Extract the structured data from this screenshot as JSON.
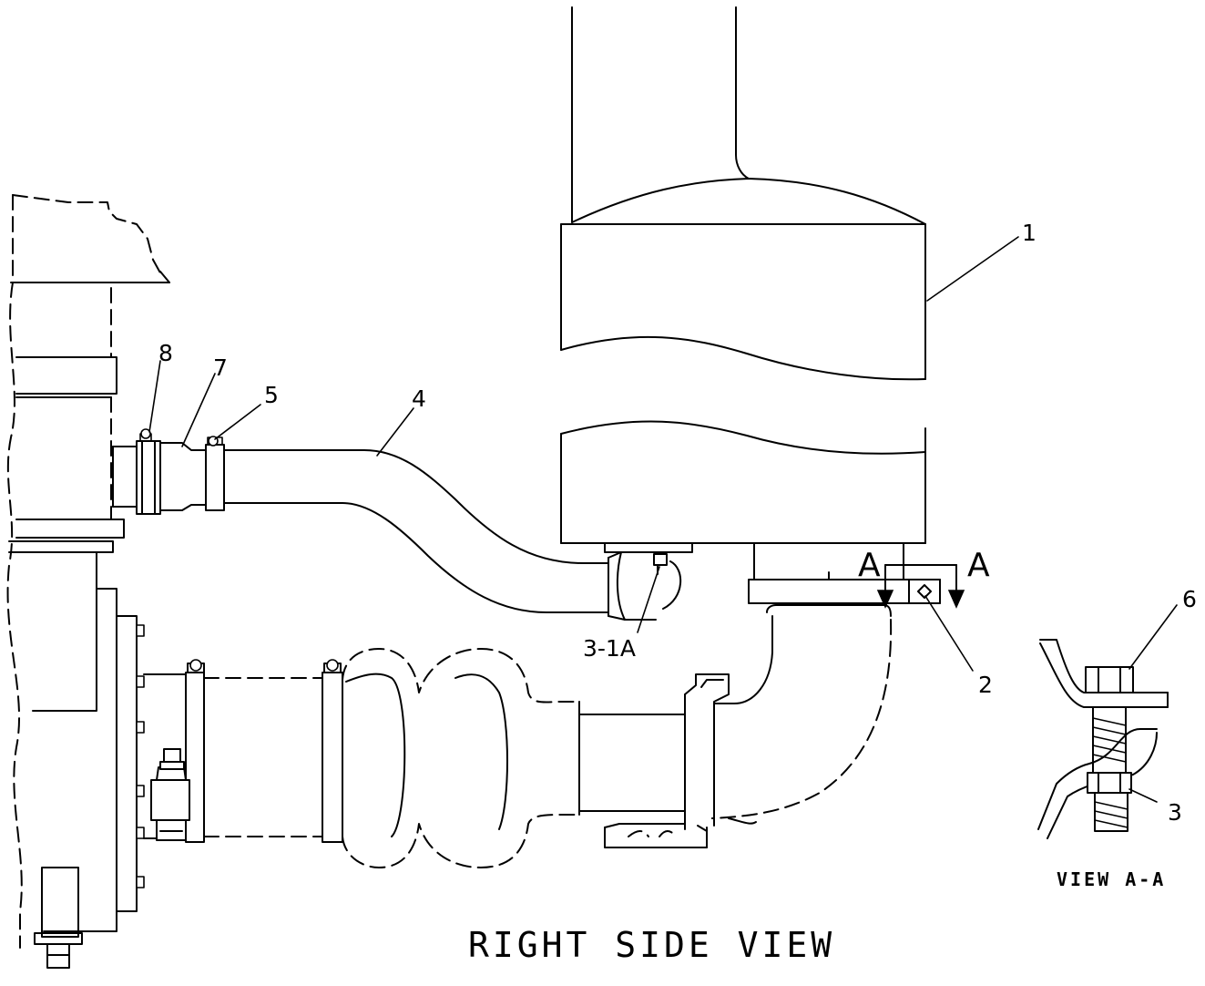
{
  "callouts": {
    "c1": "1",
    "c2": "2",
    "c3": "3",
    "c3_1a": "3-1A",
    "c4": "4",
    "c5": "5",
    "c6": "6",
    "c7": "7",
    "c8": "8"
  },
  "section_marks": {
    "left": "A",
    "right": "A"
  },
  "views": {
    "main_title": "RIGHT SIDE VIEW",
    "detail_title": "VIEW A-A"
  }
}
